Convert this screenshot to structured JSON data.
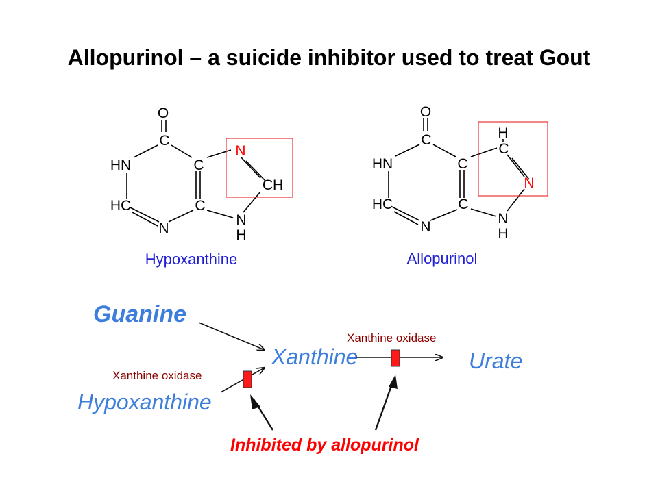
{
  "title": "Allopurinol – a suicide inhibitor used to treat Gout",
  "hypoxanthine": {
    "name": "Hypoxanthine",
    "atoms": {
      "o": "O",
      "c_top": "C",
      "hn": "HN",
      "c_right_top": "C",
      "hc": "HC",
      "c_right_bottom": "C",
      "n_bottom": "N",
      "n_ring": "N",
      "ch": "CH",
      "nh_n": "N",
      "nh_h": "H"
    }
  },
  "allopurinol": {
    "name": "Allopurinol",
    "atoms": {
      "o": "O",
      "c_top": "C",
      "hn": "HN",
      "c_right_top": "C",
      "hc": "HC",
      "c_right_bottom": "C",
      "n_bottom": "N",
      "h_top": "H",
      "c_ring": "C",
      "n_ring": "N",
      "nh_n": "N",
      "nh_h": "H"
    }
  },
  "pathway": {
    "guanine": "Guanine",
    "xanthine": "Xanthine",
    "urate": "Urate",
    "hypoxanthine": "Hypoxanthine",
    "enzyme_left": "Xanthine oxidase",
    "enzyme_right": "Xanthine oxidase",
    "inhibited_by": "Inhibited by allopurinol"
  },
  "colors": {
    "highlight": "#ff0000",
    "molecule_name": "#1f1fd6",
    "pathway_text": "#3d7ddc",
    "enzyme_text": "#8b0000"
  }
}
